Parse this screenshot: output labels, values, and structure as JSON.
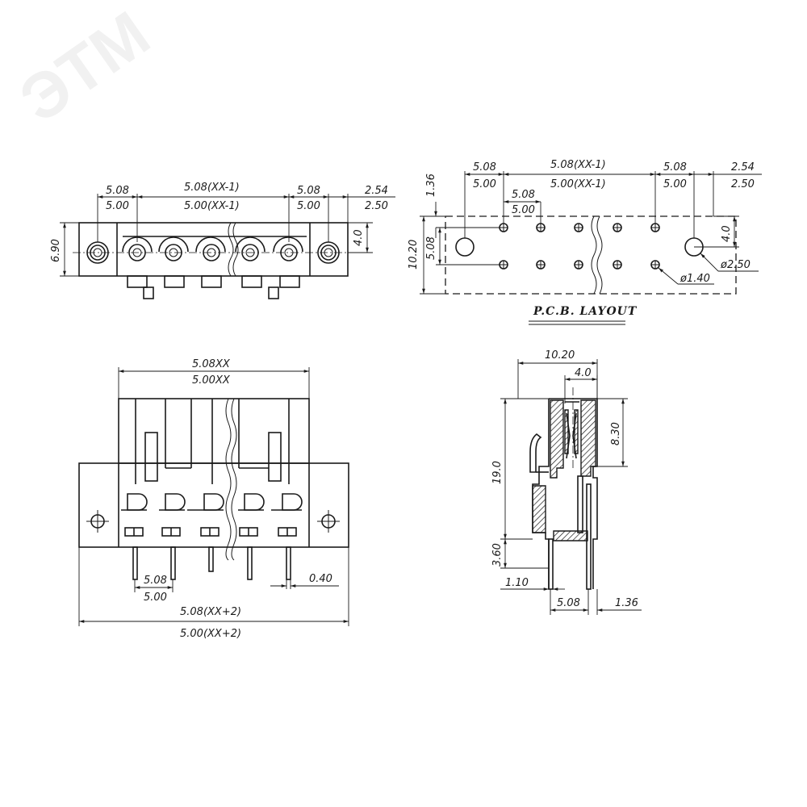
{
  "watermark": "ЭТМ",
  "front_view": {
    "pitch_top": "5.08",
    "pitch_bottom": "5.00",
    "span_top": "5.08(XX-1)",
    "span_bottom": "5.00(XX-1)",
    "right_pitch_top": "5.08",
    "right_pitch_bottom": "5.00",
    "flange_top": "2.54",
    "flange_bottom": "2.50",
    "height": "6.90",
    "hole_height": "4.0"
  },
  "pcb_layout": {
    "title": "P.C.B. LAYOUT",
    "offset_top": "1.36",
    "row_spacing": "5.08",
    "width": "10.20",
    "pitch_left_top": "5.08",
    "pitch_left_bottom": "5.00",
    "pitch_inner_top": "5.08",
    "pitch_inner_bottom": "5.00",
    "span_top": "5.08(XX-1)",
    "span_bottom": "5.00(XX-1)",
    "pitch_right_top": "5.08",
    "pitch_right_bottom": "5.00",
    "edge_top": "2.54",
    "edge_bottom": "2.50",
    "hole_offset": "4.0",
    "mount_hole": "ø2.50",
    "pin_hole": "ø1.40"
  },
  "top_view": {
    "body_top": "5.08XX",
    "body_bottom": "5.00XX",
    "pitch_top": "5.08",
    "pitch_bottom": "5.00",
    "pin_width": "0.40",
    "total_top": "5.08(XX+2)",
    "total_bottom": "5.00(XX+2)"
  },
  "side_view": {
    "depth": "10.20",
    "socket": "4.0",
    "upper_height": "8.30",
    "total_height": "19.0",
    "pin_length": "3.60",
    "pin_offset": "1.10",
    "row_pitch": "5.08",
    "pin_edge": "1.36"
  }
}
